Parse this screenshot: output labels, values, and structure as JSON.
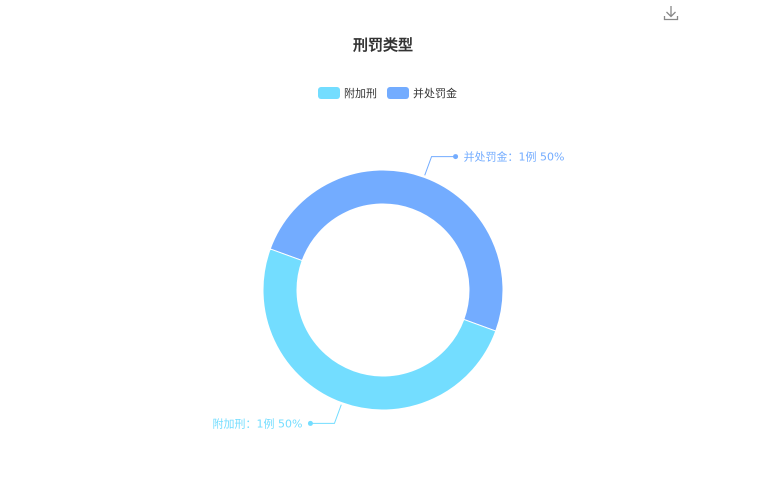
{
  "toolbar": {
    "download_icon": "download-icon"
  },
  "chart_data": {
    "type": "pie",
    "variant": "donut",
    "title": "刑罚类型",
    "legend_position": "top-center",
    "series": [
      {
        "name": "附加刑",
        "value": 1,
        "percent": 50,
        "color": "#73ddff"
      },
      {
        "name": "并处罚金",
        "value": 1,
        "percent": 50,
        "color": "#73acff"
      }
    ],
    "labels": [
      "附加刑：1例  50%",
      "并处罚金：1例  50%"
    ],
    "unit": "例"
  }
}
